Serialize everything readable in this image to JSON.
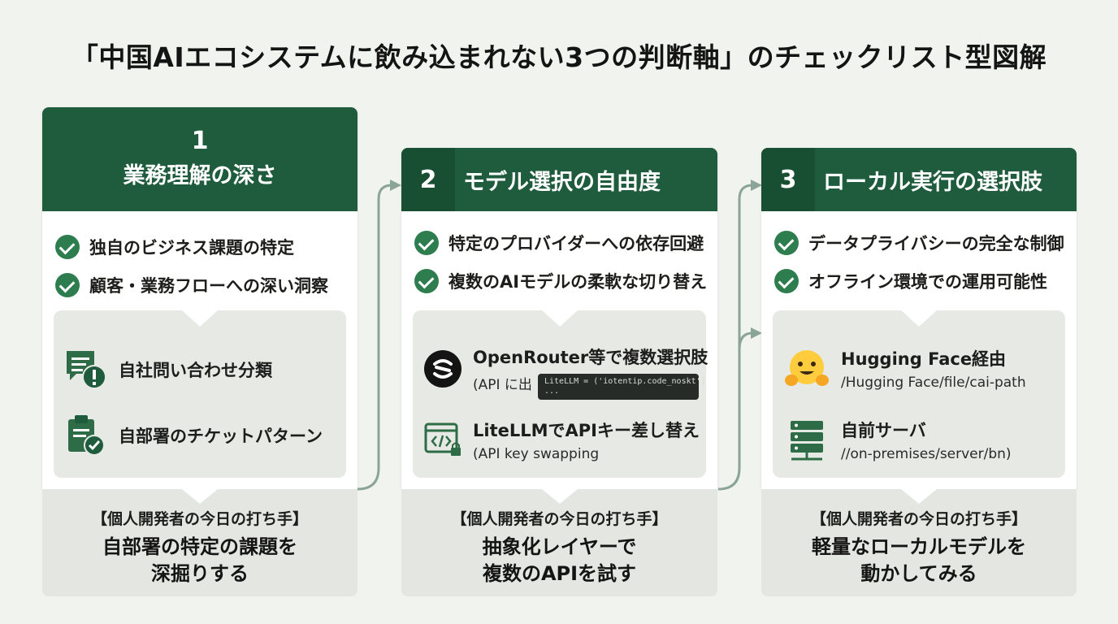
{
  "title": "「中国AIエコシステムに飲み込まれない3つの判断軸」のチェックリスト型図解",
  "columns": [
    {
      "number": "1",
      "heading": "業務理解の深さ",
      "checks": [
        "独自のビジネス課題の特定",
        "顧客・業務フローへの深い洞察"
      ],
      "items": [
        {
          "icon": "chat-alert-icon",
          "main": "自社問い合わせ分類",
          "sub": ""
        },
        {
          "icon": "clipboard-check-icon",
          "main": "自部署のチケットパターン",
          "sub": ""
        }
      ],
      "footer_label": "【個人開発者の今日の打ち手】",
      "footer_action_line1": "自部署の特定の課題を",
      "footer_action_line2": "深掘りする"
    },
    {
      "number": "2",
      "heading": "モデル選択の自由度",
      "checks": [
        "特定のプロバイダーへの依存回避",
        "複数のAIモデルの柔軟な切り替え"
      ],
      "items": [
        {
          "icon": "openrouter-logo-icon",
          "main": "OpenRouter等で複数選択肢",
          "sub": "(API に出"
        },
        {
          "icon": "code-window-lock-icon",
          "main": "LiteLLMでAPIキー差し替え",
          "sub": "(API key swapping"
        }
      ],
      "code_snippet_line1": "LiteLLM = ('iotentip.code_noskt')",
      "code_snippet_line2": "...",
      "footer_label": "【個人開発者の今日の打ち手】",
      "footer_action_line1": "抽象化レイヤーで",
      "footer_action_line2": "複数のAPIを試す"
    },
    {
      "number": "3",
      "heading": "ローカル実行の選択肢",
      "checks": [
        "データプライバシーの完全な制御",
        "オフライン環境での運用可能性"
      ],
      "items": [
        {
          "icon": "hugging-face-icon",
          "main": "Hugging Face経由",
          "sub": "/Hugging Face/file/cai-path"
        },
        {
          "icon": "server-icon",
          "main": "自前サーバ",
          "sub": "//on-premises/server/bn)"
        }
      ],
      "footer_label": "【個人開発者の今日の打ち手】",
      "footer_action_line1": "軽量なローカルモデルを",
      "footer_action_line2": "動かしてみる"
    }
  ],
  "colors": {
    "header_green": "#1f5c3d",
    "check_green": "#2e7d4f",
    "connector": "#8aa596",
    "background": "#f1f3ef"
  }
}
